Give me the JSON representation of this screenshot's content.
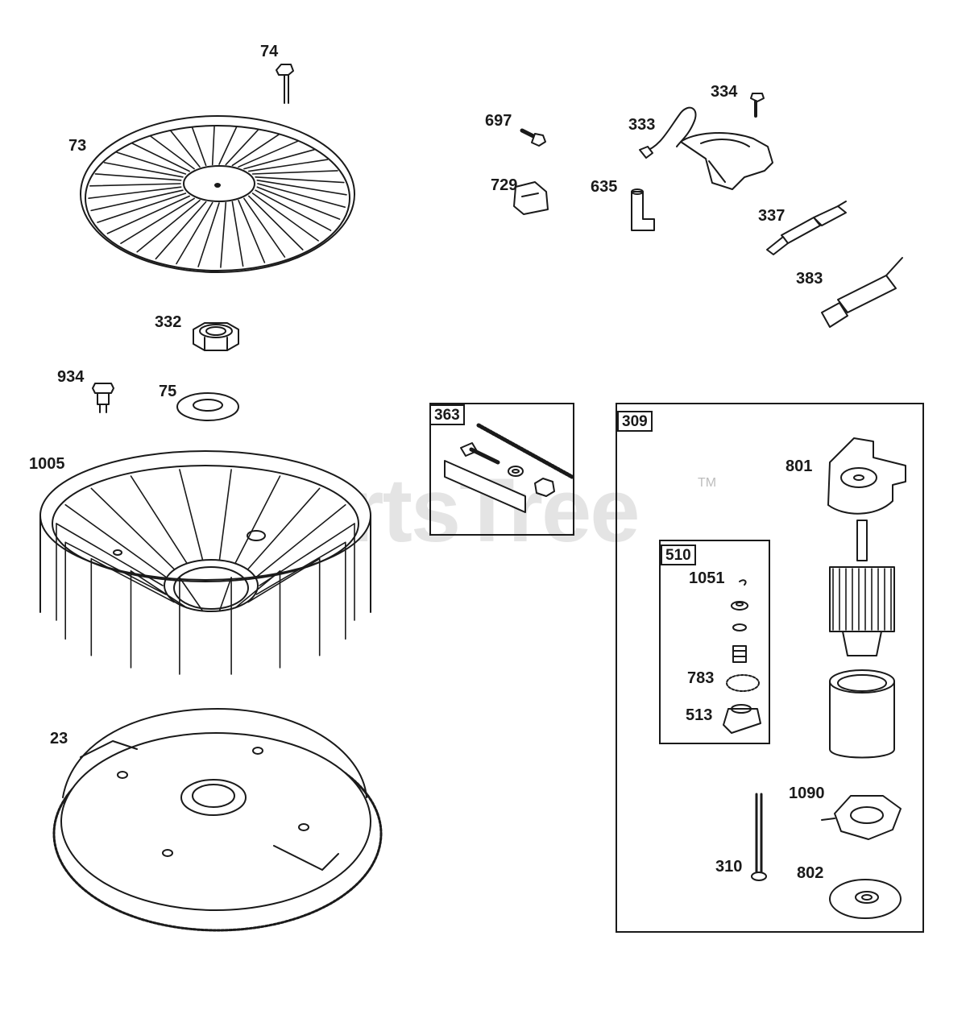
{
  "watermark": {
    "text": "PartsTree",
    "tm": "TM"
  },
  "callouts": {
    "p74": "74",
    "p73": "73",
    "p332": "332",
    "p934": "934",
    "p75": "75",
    "p1005": "1005",
    "p23": "23",
    "p697": "697",
    "p729": "729",
    "p333": "333",
    "p334": "334",
    "p635": "635",
    "p337": "337",
    "p383": "383",
    "p801": "801",
    "p1051": "1051",
    "p783": "783",
    "p513": "513",
    "p1090": "1090",
    "p310": "310",
    "p802": "802"
  },
  "kits": {
    "k363": "363",
    "k309": "309",
    "k510": "510"
  },
  "colors": {
    "line": "#1a1a1a",
    "fill_light": "#f2f2f2",
    "watermark": "#cfcfcf"
  }
}
